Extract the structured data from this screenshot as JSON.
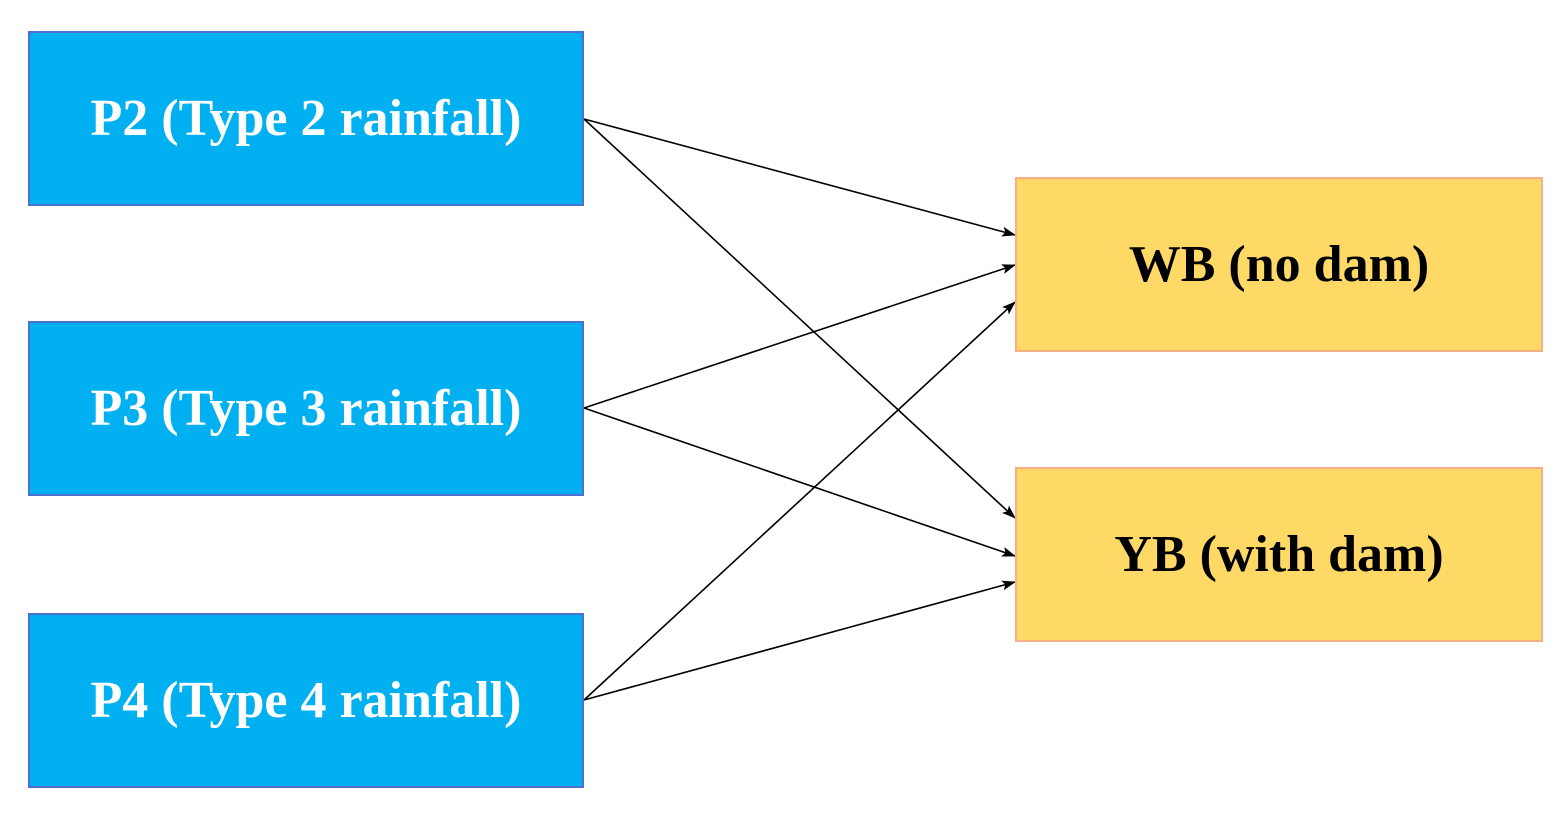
{
  "diagram": {
    "sources": [
      {
        "id": "p2",
        "label": "P2 (Type 2 rainfall)",
        "color": "#00b0f0"
      },
      {
        "id": "p3",
        "label": "P3 (Type 3 rainfall)",
        "color": "#00b0f0"
      },
      {
        "id": "p4",
        "label": "P4 (Type 4 rainfall)",
        "color": "#00b0f0"
      }
    ],
    "targets": [
      {
        "id": "wb",
        "label": "WB (no dam)",
        "color": "#ffd966"
      },
      {
        "id": "yb",
        "label": "YB (with dam)",
        "color": "#ffd966"
      }
    ],
    "edges": [
      {
        "from": "p2",
        "to": "wb"
      },
      {
        "from": "p2",
        "to": "yb"
      },
      {
        "from": "p3",
        "to": "wb"
      },
      {
        "from": "p3",
        "to": "yb"
      },
      {
        "from": "p4",
        "to": "wb"
      },
      {
        "from": "p4",
        "to": "yb"
      }
    ]
  }
}
